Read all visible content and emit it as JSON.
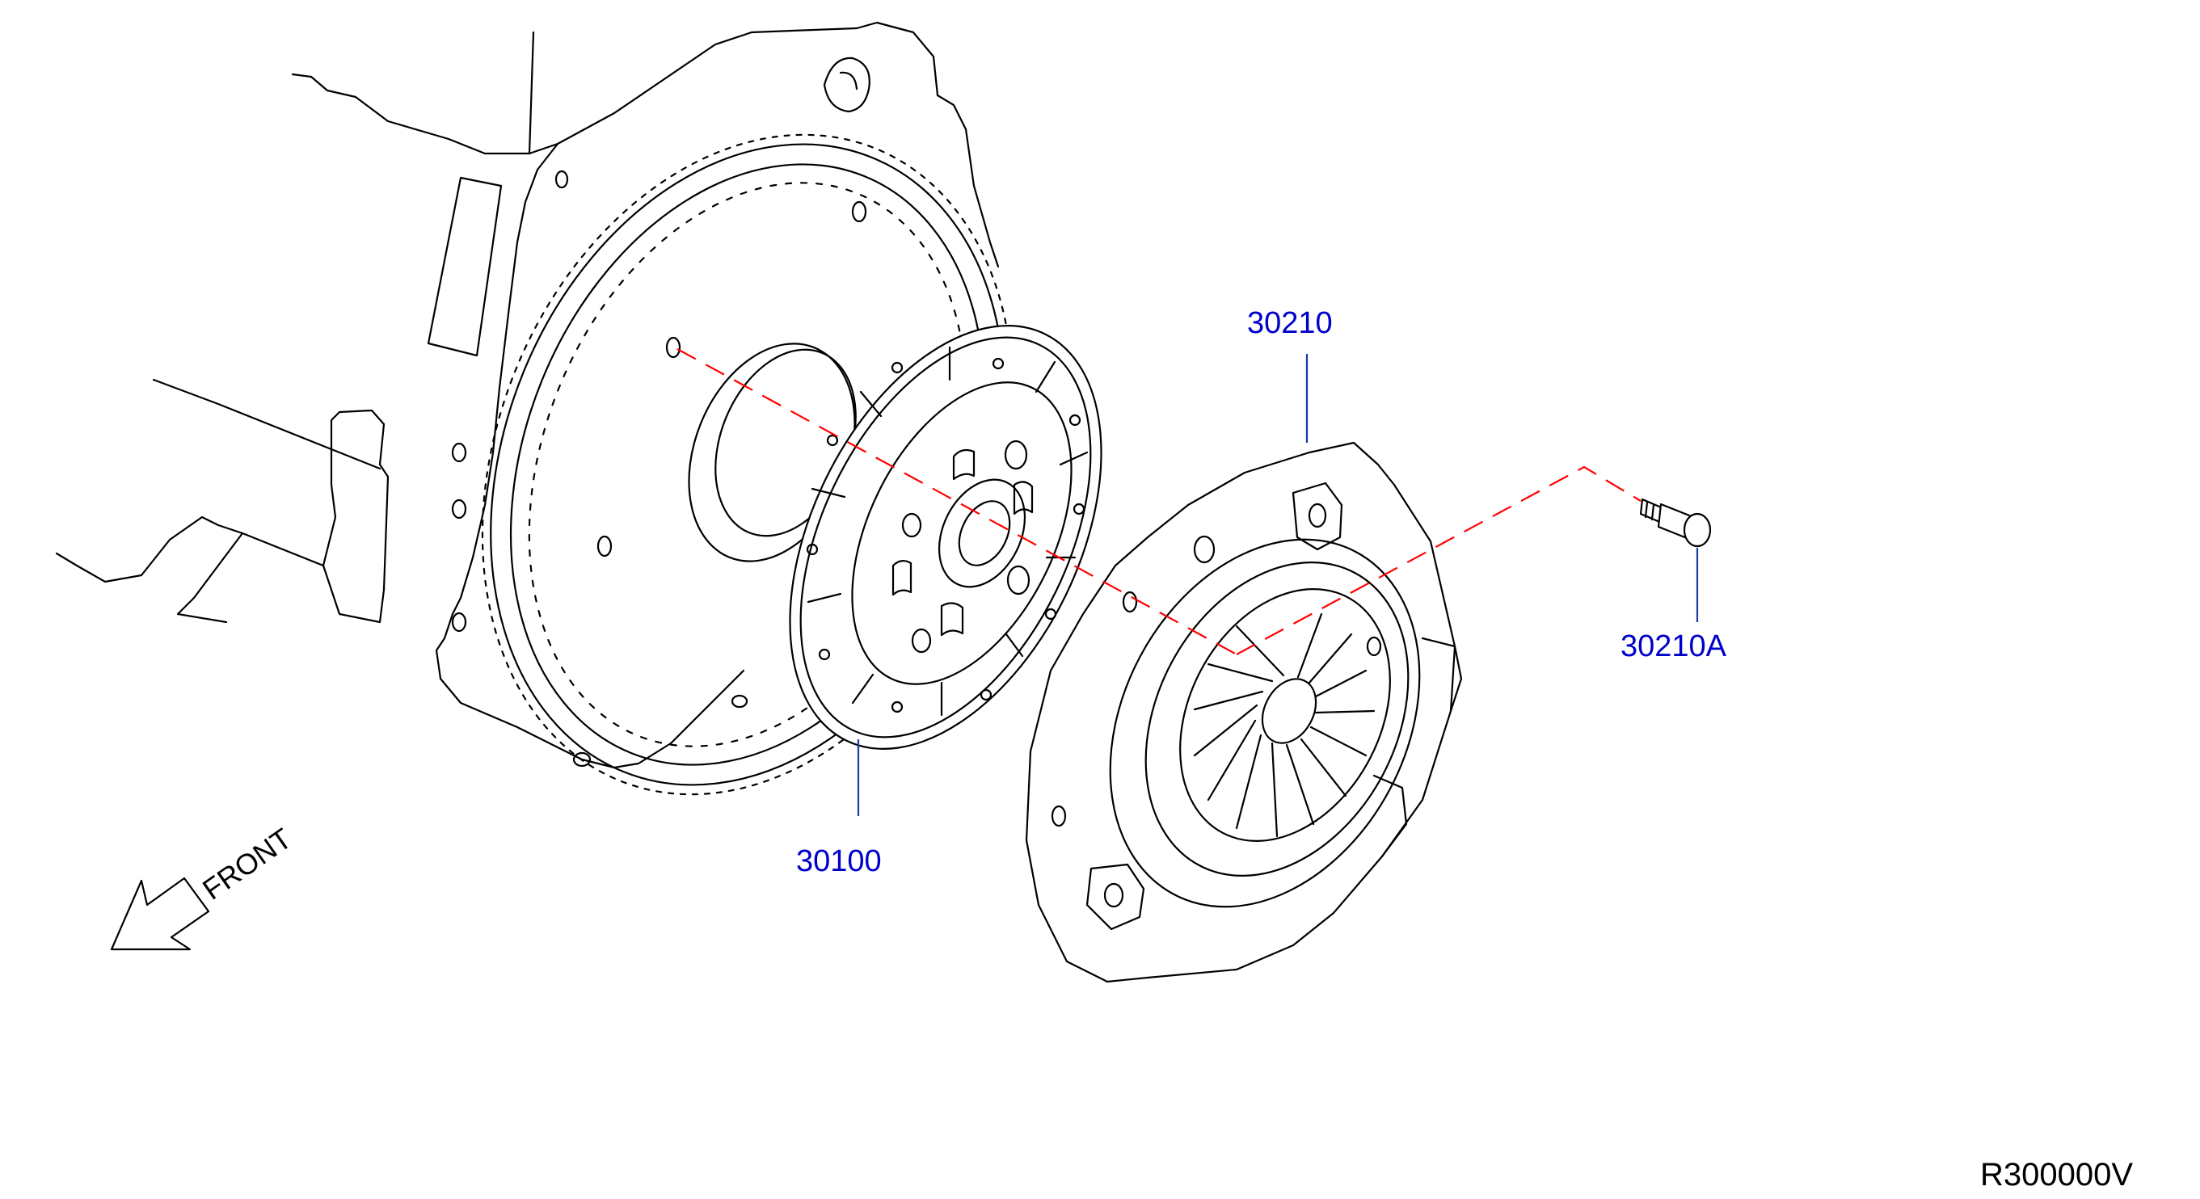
{
  "diagram": {
    "parts": [
      {
        "number": "30210",
        "name": "clutch-cover"
      },
      {
        "number": "30100",
        "name": "clutch-disc"
      },
      {
        "number": "30210A",
        "name": "clutch-cover-bolt"
      }
    ],
    "front_label": "FRONT",
    "drawing_code": "R300000V",
    "colors": {
      "part_number": "#0000cc",
      "leader_line": "#1a3aa8",
      "assembly_line": "#ff0000",
      "line_art": "#000000"
    }
  }
}
